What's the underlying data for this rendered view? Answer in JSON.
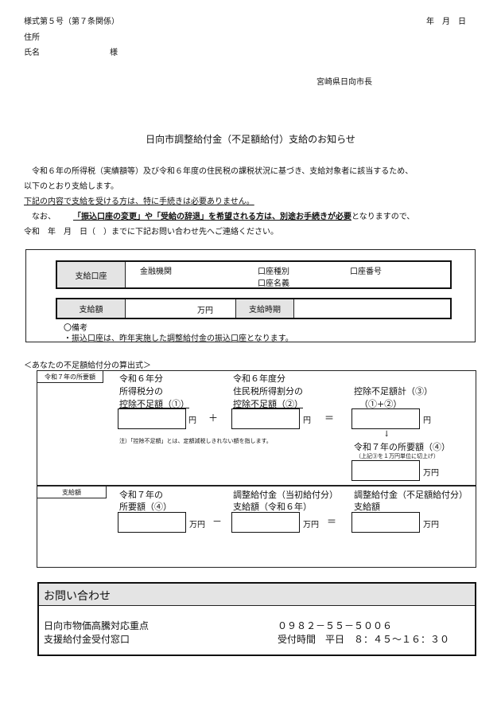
{
  "header": {
    "form_number": "様式第５号（第７条関係）",
    "date": "年　月　日",
    "address_label": "住所",
    "name_label": "氏名",
    "honorific": "様",
    "issuer": "宮崎県日向市長"
  },
  "title": "日向市調整給付金（不足額給付）支給のお知らせ",
  "body": {
    "line1": "令和６年の所得税（実績額等）及び令和６年度の住民税の課税状況に基づき、支給対象者に該当するため、",
    "line2": "以下のとおり支給します。",
    "line3": "下記の内容で支給を受ける方は、特に手続きは必要ありません。",
    "line4_a": "なお、",
    "line4_b": "「振込口座の変更」や「受給の辞退」を希望される方は、別途お手続きが必要",
    "line4_c": "となりますので、",
    "line5": "令和　年　月　日（　）までに下記お問い合わせ先へご連絡ください。"
  },
  "account": {
    "label": "支給口座",
    "bank_label": "金融機関",
    "type_label": "口座種別",
    "number_label": "口座番号",
    "holder_label": "口座名義"
  },
  "payment": {
    "amount_label": "支給額",
    "amount_unit": "万円",
    "timing_label": "支給時期"
  },
  "notes": {
    "title": "〇備考",
    "item1": "・振込口座は、昨年実施した調整給付金の振込口座となります。"
  },
  "calc": {
    "section_title": "＜あなたの不足額給付分の算出式＞",
    "required_tab": "令和７年の所要額",
    "income_tax_l1": "令和６年分",
    "income_tax_l2": "所得税分の",
    "income_tax_l3": "控除不足額（①）",
    "resident_tax_l1": "令和６年度分",
    "resident_tax_l2": "住民税所得割分の",
    "resident_tax_l3": "控除不足額（②）",
    "total_l1": "控除不足額計（③）",
    "total_l2": "（①+②）",
    "yen": "円",
    "plus": "＋",
    "equals": "＝",
    "arrow": "↓",
    "note": "注）「控除不足額」とは、定額減税しきれない額を指します。",
    "required_l1": "令和７年の所要額（④）",
    "required_note": "（上記③を１万円単位に切上げ）",
    "man_yen": "万円"
  },
  "payout": {
    "tab": "支給額",
    "req_l1": "令和７年の",
    "req_l2": "所要額（④）",
    "initial_l1": "調整給付金（当初給付分）",
    "initial_l2": "支給額（令和６年）",
    "shortfall_l1": "調整給付金（不足額給付分）",
    "shortfall_l2": "支給額",
    "minus": "－",
    "equals": "＝",
    "man_yen": "万円"
  },
  "contact": {
    "heading": "お問い合わせ",
    "org1": "日向市物価高騰対応重点",
    "org2": "支援給付金受付窓口",
    "phone": "０９８２－５５－５００６",
    "hours": "受付時間　平日　８：４５～１６：３０"
  }
}
